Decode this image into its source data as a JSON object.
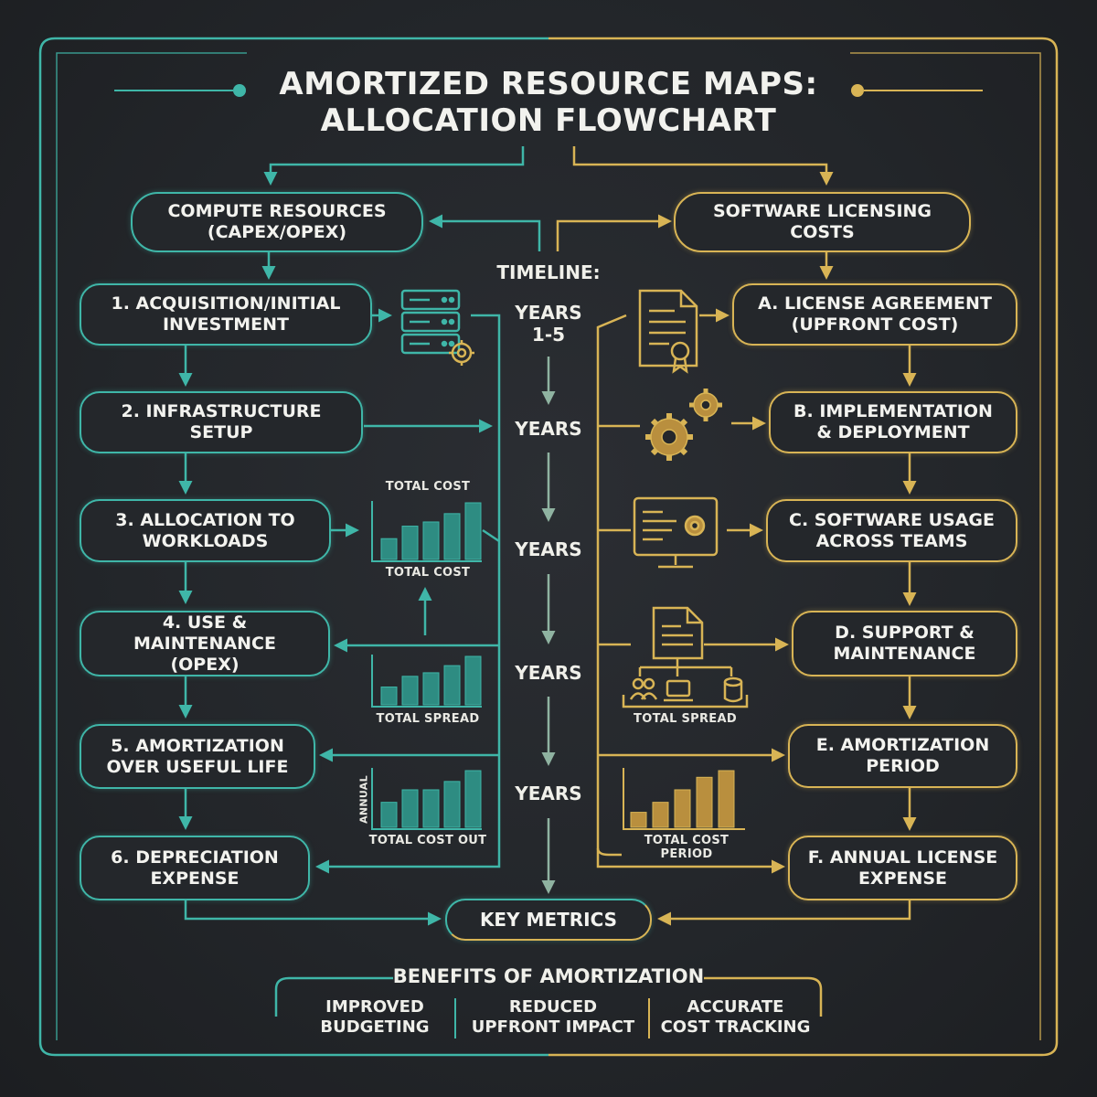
{
  "title": {
    "line1": "AMORTIZED RESOURCE MAPS:",
    "line2": "ALLOCATION FLOWCHART"
  },
  "colors": {
    "background": "#23262a",
    "teal": "#3fb6a8",
    "gold": "#d8b455",
    "text": "#f3f3ef"
  },
  "left_branch": {
    "header": {
      "line1": "COMPUTE RESOURCES",
      "line2": "(CAPEX/OPEX)"
    },
    "steps": [
      {
        "line1": "1. ACQUISITION/INITIAL",
        "line2": "INVESTMENT"
      },
      {
        "line1": "2. INFRASTRUCTURE",
        "line2": "SETUP"
      },
      {
        "line1": "3. ALLOCATION TO",
        "line2": "WORKLOADS"
      },
      {
        "line1": "4. USE & MAINTENANCE",
        "line2": "(OPEX)"
      },
      {
        "line1": "5. AMORTIZATION",
        "line2": "OVER USEFUL LIFE"
      },
      {
        "line1": "6. DEPRECIATION",
        "line2": "EXPENSE"
      }
    ],
    "charts": [
      {
        "top_label": "TOTAL COST",
        "bottom_label": "TOTAL COST",
        "values": [
          25,
          40,
          45,
          55,
          68
        ]
      },
      {
        "bottom_label": "TOTAL SPREAD",
        "values": [
          25,
          40,
          45,
          55,
          68
        ]
      },
      {
        "side_label": "ANNUAL",
        "bottom_label": "TOTAL COST OUT",
        "values": [
          30,
          45,
          45,
          55,
          68
        ]
      }
    ],
    "icons": [
      "server-rack-icon"
    ]
  },
  "right_branch": {
    "header": {
      "line1": "SOFTWARE LICENSING",
      "line2": "COSTS"
    },
    "steps": [
      {
        "line1": "A. LICENSE AGREEMENT",
        "line2": "(UPFRONT COST)"
      },
      {
        "line1": "B. IMPLEMENTATION",
        "line2": "& DEPLOYMENT"
      },
      {
        "line1": "C. SOFTWARE USAGE",
        "line2": "ACROSS TEAMS"
      },
      {
        "line1": "D. SUPPORT &",
        "line2": "MAINTENANCE"
      },
      {
        "line1": "E. AMORTIZATION",
        "line2": "PERIOD"
      },
      {
        "line1": "F. ANNUAL LICENSE",
        "line2": "EXPENSE"
      }
    ],
    "labels": {
      "spread": "TOTAL SPREAD",
      "period": "TOTAL COST PERIOD"
    },
    "chart_values": [
      18,
      30,
      45,
      60,
      68
    ],
    "icons": [
      "certificate-document-icon",
      "gears-icon",
      "monitor-gear-icon",
      "org-document-icon"
    ]
  },
  "timeline": {
    "label": "TIMELINE:",
    "first": {
      "line1": "YEARS",
      "line2": "1-5"
    },
    "steps": [
      "YEARS",
      "YEARS",
      "YEARS",
      "YEARS"
    ]
  },
  "key_metrics": "KEY METRICS",
  "benefits": {
    "title": "BENEFITS OF AMORTIZATION",
    "items": [
      {
        "line1": "IMPROVED",
        "line2": "BUDGETING"
      },
      {
        "line1": "REDUCED",
        "line2": "UPFRONT IMPACT"
      },
      {
        "line1": "ACCURATE",
        "line2": "COST TRACKING"
      }
    ]
  }
}
